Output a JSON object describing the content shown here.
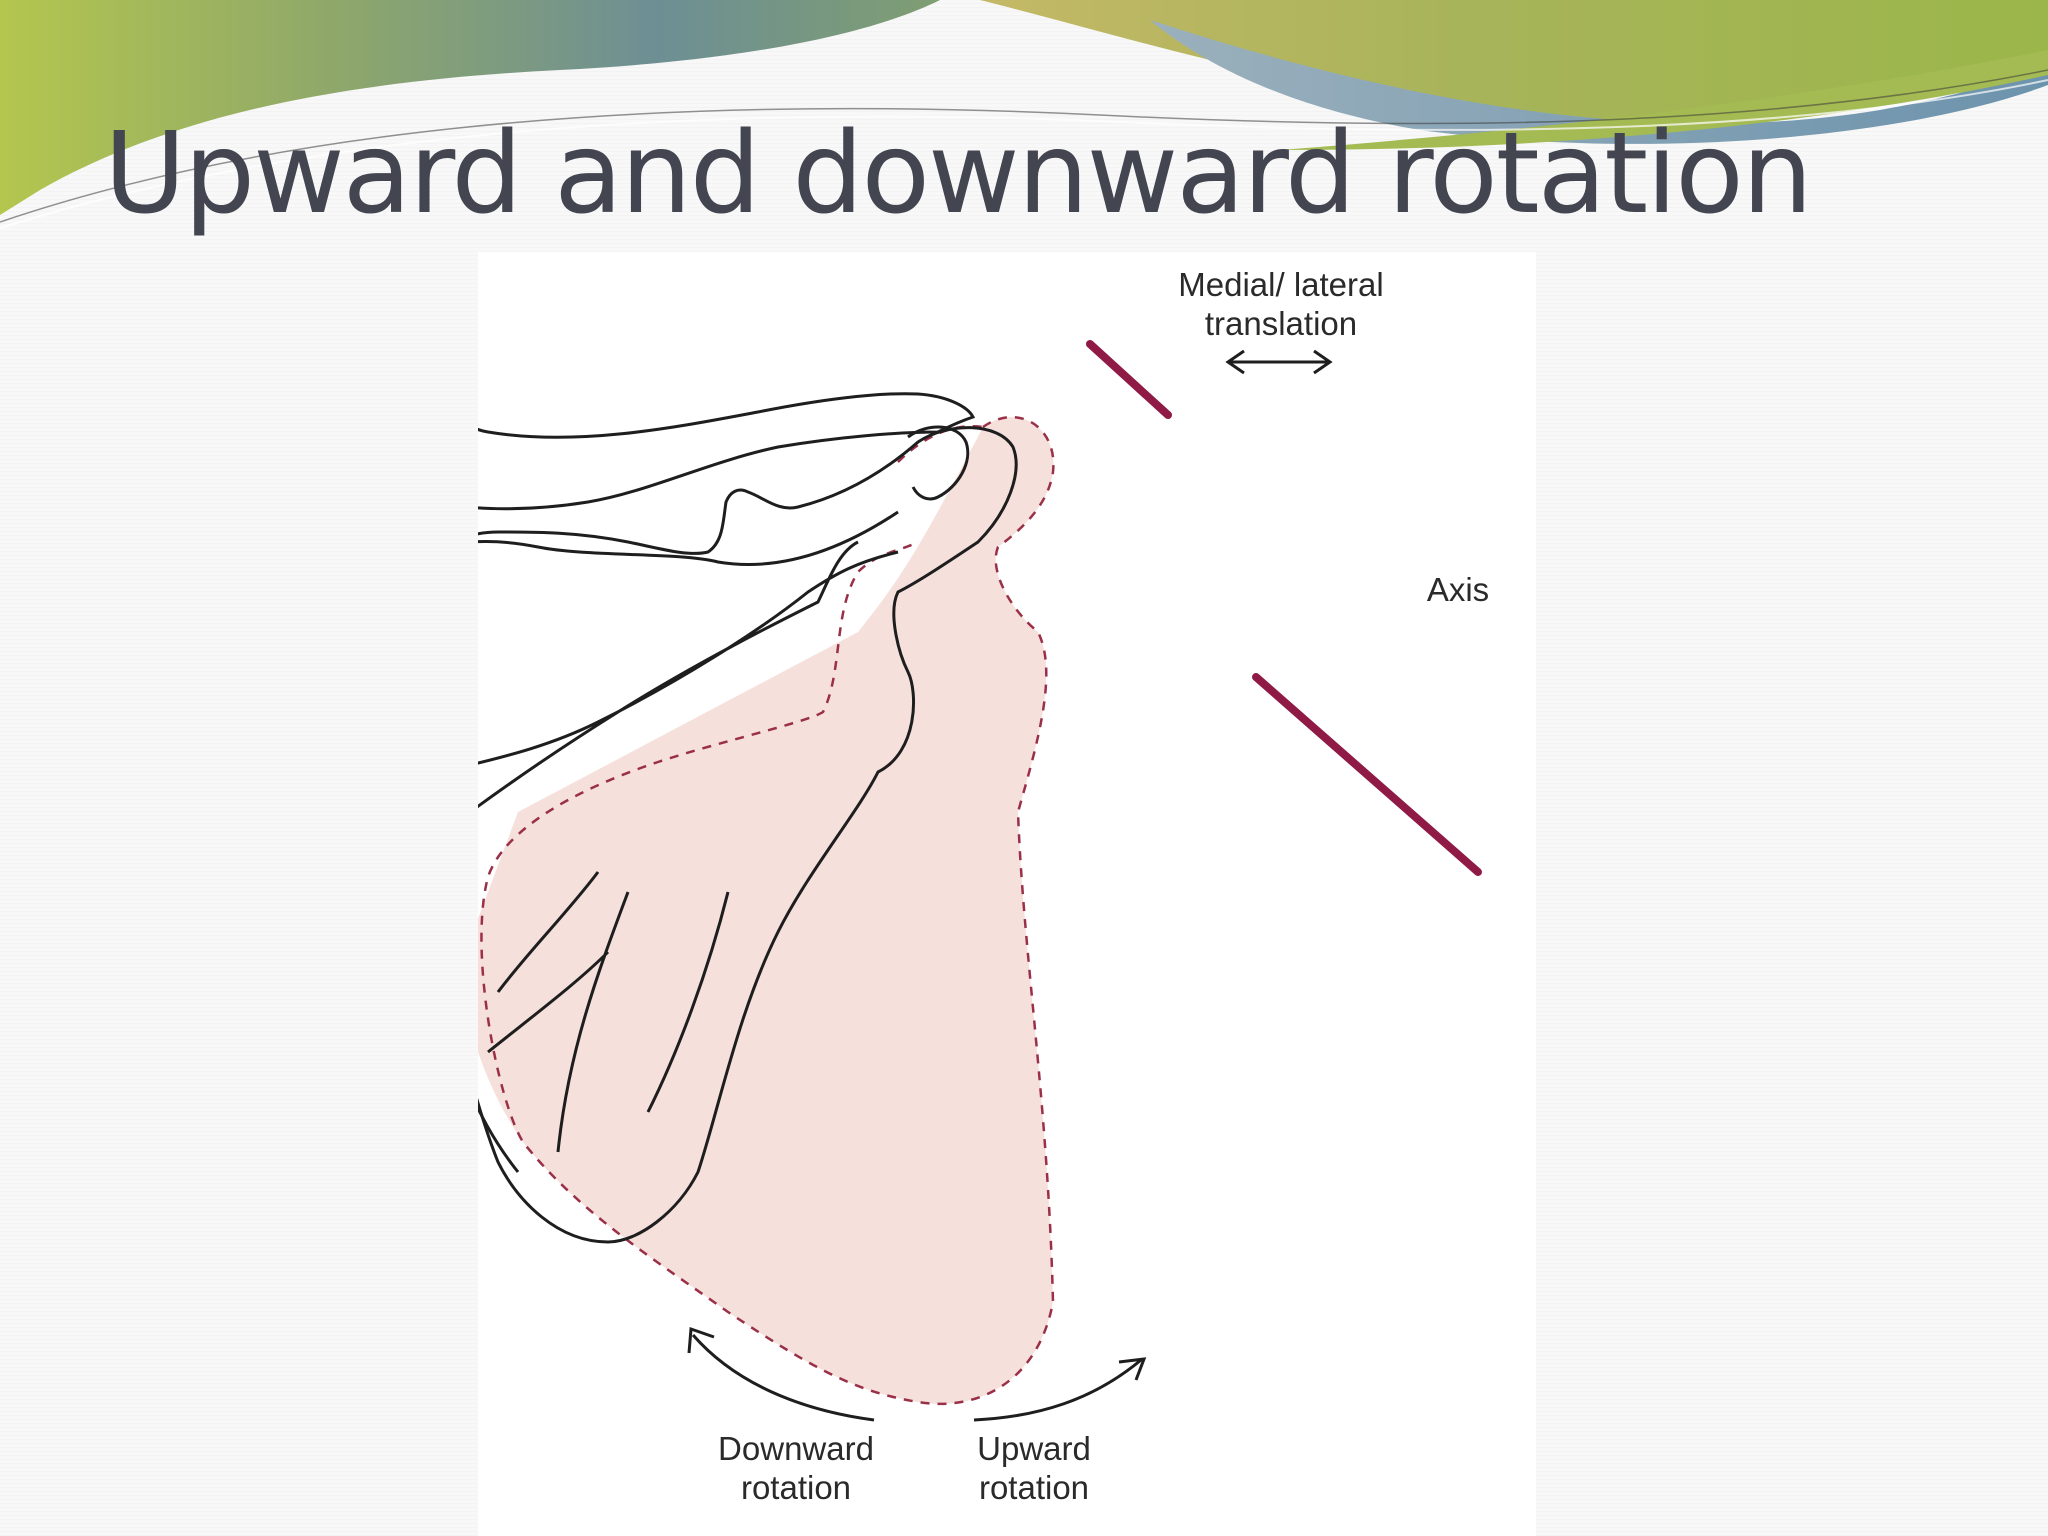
{
  "slide": {
    "title": "Upward and downward rotation"
  },
  "figure": {
    "labels": {
      "medial_lateral_line1": "Medial/ lateral",
      "medial_lateral_line2": "translation",
      "axis": "Axis",
      "downward_line1": "Downward",
      "downward_line2": "rotation",
      "upward_line1": "Upward",
      "upward_line2": "rotation"
    },
    "colors": {
      "axis_line": "#8e1a45",
      "shaded_scapula": "#f6e0dc",
      "dashed_outline": "#9a3048",
      "bone_outline": "#1e1e1e"
    }
  },
  "theme": {
    "title_color": "#434550",
    "banner_green": "#a4ba52",
    "banner_blue": "#7496ae"
  }
}
